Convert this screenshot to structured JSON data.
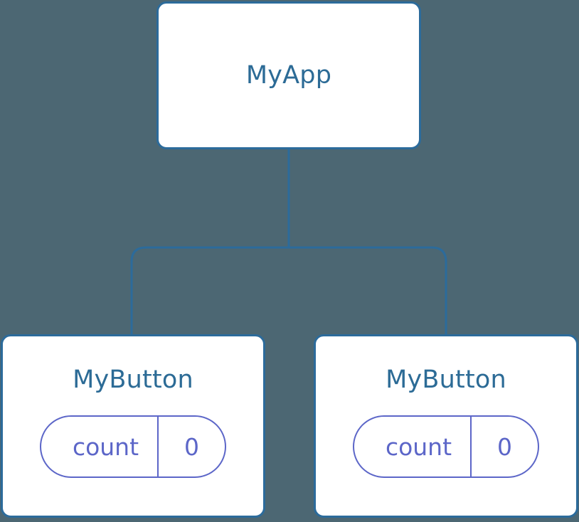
{
  "diagram": {
    "type": "component-tree",
    "background_color": "#4c6773",
    "node_border_color": "#2c6b9b",
    "node_title_color": "#2c6b96",
    "node_fill_color": "#ffffff",
    "pill_color": "#5c66c8",
    "edge_color": "#2c6b9b"
  },
  "root": {
    "title": "MyApp"
  },
  "children": [
    {
      "title": "MyButton",
      "state": {
        "key": "count",
        "value": "0"
      }
    },
    {
      "title": "MyButton",
      "state": {
        "key": "count",
        "value": "0"
      }
    }
  ]
}
